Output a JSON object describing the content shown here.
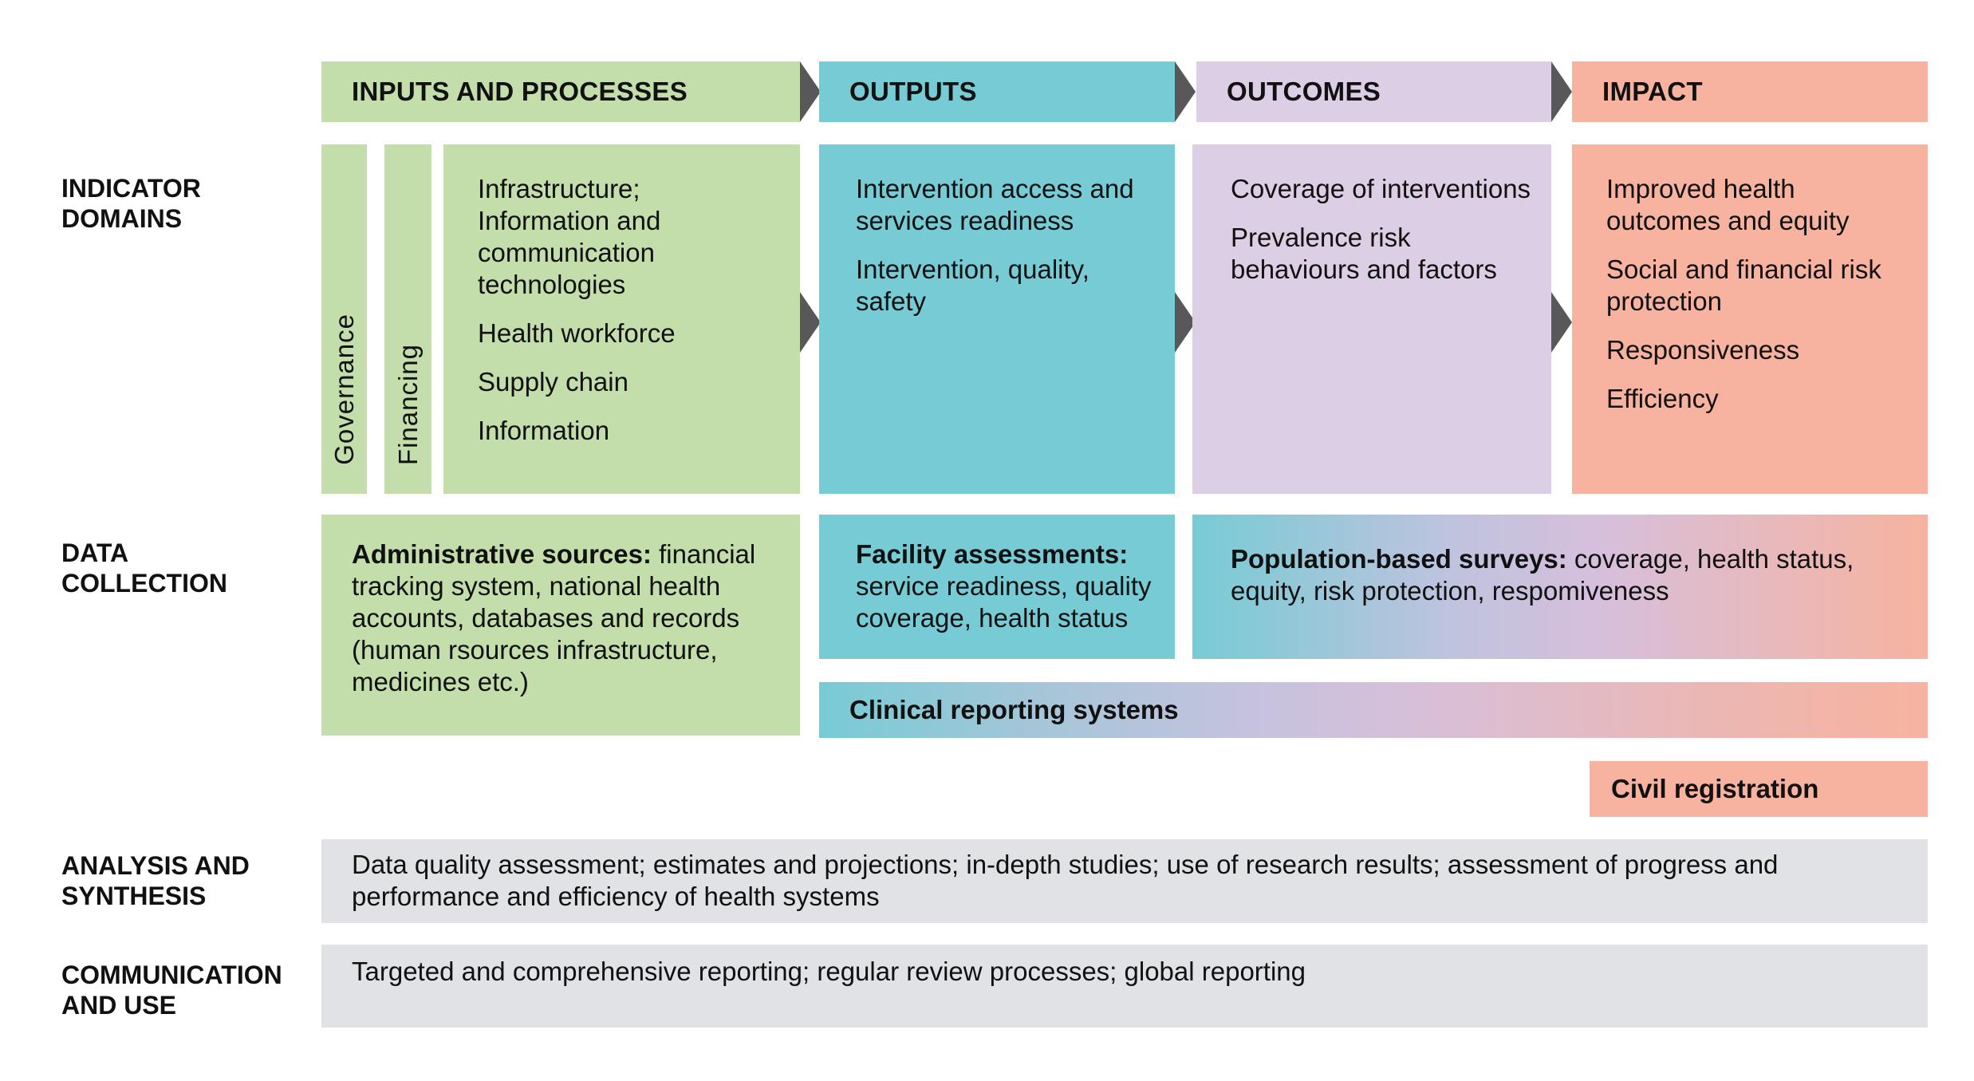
{
  "stages": [
    {
      "label": "INPUTS AND PROCESSES",
      "color": "#c3ddab"
    },
    {
      "label": "OUTPUTS",
      "color": "#77cbd5"
    },
    {
      "label": "OUTCOMES",
      "color": "#dccfe5"
    },
    {
      "label": "IMPACT",
      "color": "#f7b39f"
    }
  ],
  "row_labels": {
    "indicator_domains": [
      "INDICATOR",
      "DOMAINS"
    ],
    "data_collection": [
      "DATA",
      "COLLECTION"
    ],
    "analysis": [
      "ANALYSIS AND",
      "SYNTHESIS"
    ],
    "communication": [
      "COMMUNICATION",
      "AND USE"
    ]
  },
  "indicator_domains": {
    "governance": "Governance",
    "financing": "Financing",
    "inputs_items": [
      "Infrastructure; Information and communication technologies",
      "Health workforce",
      "Supply chain",
      "Information"
    ],
    "outputs_items": [
      "Intervention access and services readiness",
      "Intervention, quality, safety"
    ],
    "outcomes_items": [
      "Coverage of interventions",
      "Prevalence risk behaviours and factors"
    ],
    "impact_items": [
      "Improved health outcomes and equity",
      "Social and financial risk protection",
      "Responsiveness",
      "Efficiency"
    ]
  },
  "data_collection": {
    "administrative": {
      "title": "Administrative sources:",
      "text": " financial tracking system, national health accounts, databases and records (human rsources infrastructure, medicines etc.)"
    },
    "facility": {
      "title": "Facility assessments:",
      "text": "service readiness, quality coverage, health status"
    },
    "population": {
      "title": "Population-based surveys:",
      "text": " coverage, health status, equity, risk protection, respomiveness"
    },
    "clinical": "Clinical reporting systems",
    "civil": "Civil registration"
  },
  "analysis_text": "Data quality assessment; estimates and projections; in-depth studies; use of research results; assessment of progress and performance and efficiency of health systems",
  "communication_text": "Targeted and comprehensive reporting; regular review processes; global reporting"
}
